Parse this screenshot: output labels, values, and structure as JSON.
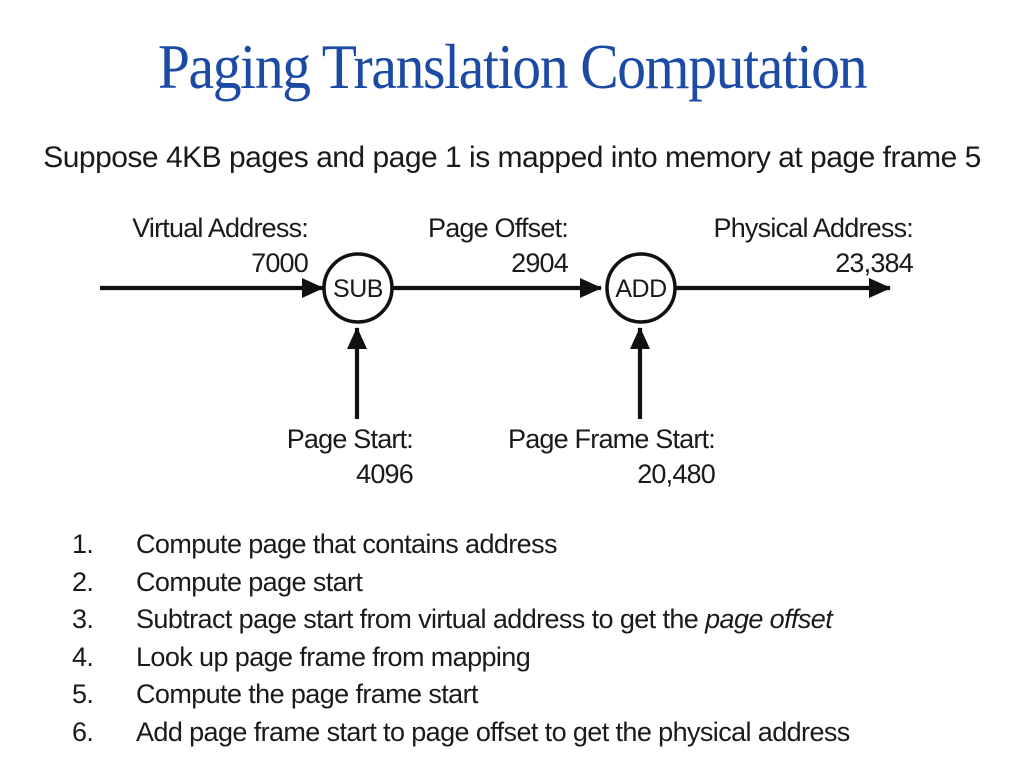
{
  "header": {
    "title": "Paging Translation Computation",
    "subtitle": "Suppose 4KB pages and page 1 is mapped into memory at page frame 5"
  },
  "diagram": {
    "virtual_address": {
      "label": "Virtual Address:",
      "value": "7000"
    },
    "page_offset": {
      "label": "Page Offset:",
      "value": "2904"
    },
    "physical_address": {
      "label": "Physical Address:",
      "value": "23,384"
    },
    "page_start": {
      "label": "Page Start:",
      "value": "4096"
    },
    "page_frame_start": {
      "label": "Page Frame Start:",
      "value": "20,480"
    },
    "sub_node": "SUB",
    "add_node": "ADD"
  },
  "steps": {
    "items": [
      {
        "num": "1.",
        "text": "Compute page that contains address",
        "italic": ""
      },
      {
        "num": "2.",
        "text": "Compute page start",
        "italic": ""
      },
      {
        "num": "3.",
        "text": "Subtract page start from virtual address to get the ",
        "italic": "page offset"
      },
      {
        "num": "4.",
        "text": "Look up page frame from mapping",
        "italic": ""
      },
      {
        "num": "5.",
        "text": "Compute the page frame start",
        "italic": ""
      },
      {
        "num": "6.",
        "text": "Add page frame start to page offset to get the physical address",
        "italic": ""
      }
    ]
  },
  "colors": {
    "title_blue": "#1c4ba6",
    "body_text": "#1a1a1a",
    "diagram_line": "#111111",
    "background": "#ffffff"
  }
}
